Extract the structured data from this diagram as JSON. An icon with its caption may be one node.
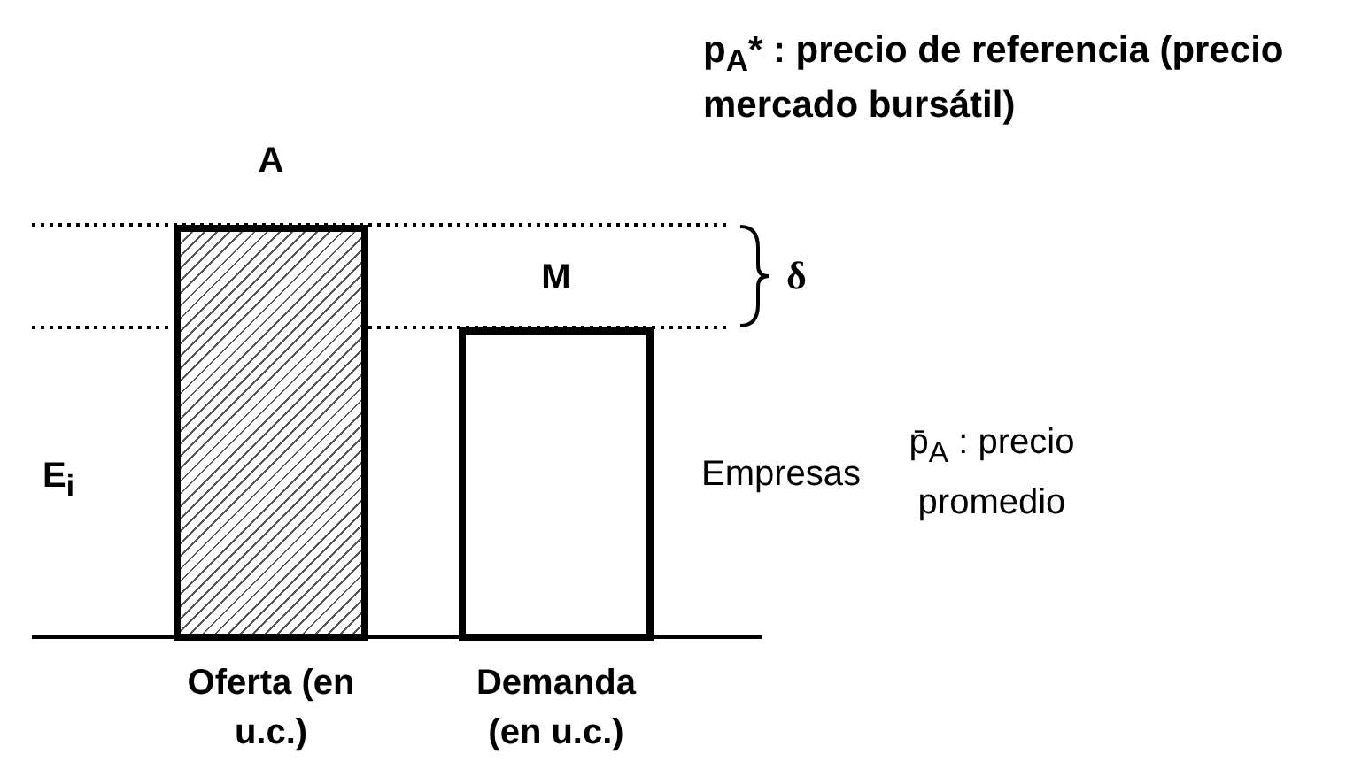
{
  "diagram": {
    "nodes": [
      {
        "text": [
          "A"
        ],
        "beside": [
          "Oferta (en u.c.)"
        ]
      },
      {
        "text": [
          "M"
        ],
        "beside": [
          "Demanda (en u.c.)"
        ]
      }
    ],
    "labels": [
      "p$_{A}$* : precio de referencia (precio mercado bursátil)",
      "δ",
      "E$_{i}$",
      "Empresas",
      "p̄$_{A}$ : precio promedio"
    ]
  }
}
